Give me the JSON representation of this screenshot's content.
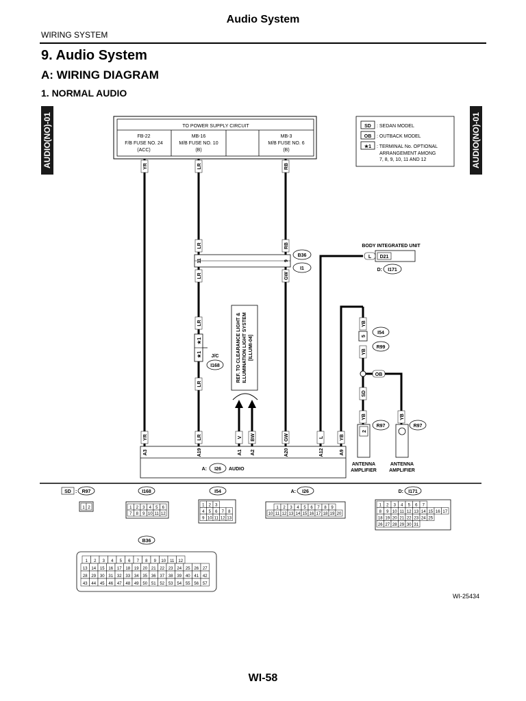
{
  "header": {
    "title": "Audio System",
    "subtitle": "WIRING SYSTEM"
  },
  "section": {
    "title": "9.  Audio System",
    "sub_a": "A:  WIRING DIAGRAM",
    "sub_1": "1.  NORMAL AUDIO"
  },
  "side_tab": "AUDIO(NO)-01",
  "power_box": {
    "title": "TO POWER SUPPLY CIRCUIT",
    "cols": [
      {
        "l1": "FB-22",
        "l2": "F/B FUSE NO. 24",
        "l3": "(ACC)"
      },
      {
        "l1": "MB-16",
        "l2": "M/B FUSE NO. 10",
        "l3": "(B)"
      },
      {
        "l1": "MB-3",
        "l2": "M/B FUSE NO. 6",
        "l3": "(B)"
      }
    ]
  },
  "legend": {
    "sd_tag": "SD",
    "sd_text": ": SEDAN MODEL",
    "ob_tag": "OB",
    "ob_text": ": OUTBACK MODEL",
    "star_tag": "★1",
    "star_line1": ": TERMINAL No. OPTIONAL",
    "star_line2": "ARRANGEMENT AMONG",
    "star_line3": "7, 8, 9, 10, 11 AND 12"
  },
  "wires": {
    "yr": "YR",
    "lr": "LR",
    "rb": "RB",
    "gw": "GW",
    "l": "L",
    "yb": "YB",
    "bw": "BW",
    "v": "V",
    "sd": "SD",
    "ob": "OB",
    "star1": "★1",
    "num11": "11",
    "num9": "9",
    "num5": "5",
    "num2": "2"
  },
  "connectors": {
    "b36": "B36",
    "i1": "I1",
    "d21": "D21",
    "l_pin": "L",
    "d_prefix": "D:",
    "i171": "I171",
    "i54": "I54",
    "r99": "R99",
    "r97": "R97",
    "jc": "J/C",
    "i168": "I168",
    "a_prefix": "A:",
    "i26": "I26"
  },
  "units": {
    "body_integrated": "BODY INTEGRATED UNIT",
    "audio": "AUDIO",
    "antenna_amp_l1": "ANTENNA",
    "antenna_amp_l2": "AMPLIFIER"
  },
  "ref_note": {
    "l1": "REF. TO CLEARANCE LIGHT &",
    "l2": "ILLUMINATION LIGHT SYSTEM",
    "l3": "[ILLUMI-04]"
  },
  "audio_pins": [
    "A3",
    "A19",
    "A1",
    "A2",
    "A20",
    "A12",
    "A9"
  ],
  "connector_views": {
    "sd_r97": {
      "tag": "SD",
      "name": "R97",
      "pins": [
        "1",
        "2"
      ]
    },
    "i168": {
      "name": "I168",
      "rows": [
        [
          "1",
          "2",
          "3",
          "4",
          "5",
          "6"
        ],
        [
          "7",
          "8",
          "9",
          "10",
          "11",
          "12"
        ]
      ]
    },
    "i54": {
      "name": "I54",
      "rows": [
        [
          "1",
          "2",
          "3"
        ],
        [
          "4",
          "5",
          "6",
          "7",
          "8"
        ],
        [
          "9",
          "10",
          "11",
          "12",
          "13"
        ]
      ]
    },
    "a_i26": {
      "prefix": "A:",
      "name": "I26",
      "rows": [
        [
          "1",
          "2",
          "3",
          "4",
          "5",
          "6",
          "7",
          "8",
          "9"
        ],
        [
          "10",
          "11",
          "12",
          "13",
          "14",
          "15",
          "16",
          "17",
          "18",
          "19",
          "20"
        ]
      ]
    },
    "d_i171": {
      "prefix": "D:",
      "name": "I171",
      "rows": [
        [
          "1",
          "2",
          "3",
          "4",
          "5",
          "6",
          "7"
        ],
        [
          "8",
          "9",
          "10",
          "11",
          "12",
          "13",
          "14",
          "15",
          "16",
          "17"
        ],
        [
          "18",
          "19",
          "20",
          "21",
          "22",
          "23",
          "24",
          "25"
        ],
        [
          "26",
          "27",
          "28",
          "29",
          "30",
          "31"
        ]
      ]
    },
    "b36": {
      "name": "B36",
      "rows": [
        [
          "1",
          "2",
          "3",
          "4",
          "5",
          "6",
          "7",
          "8",
          "9",
          "10",
          "11",
          "12"
        ],
        [
          "13",
          "14",
          "15",
          "16",
          "17",
          "18",
          "19",
          "20",
          "21",
          "22",
          "23",
          "24",
          "25",
          "26",
          "27"
        ],
        [
          "28",
          "29",
          "30",
          "31",
          "32",
          "33",
          "34",
          "35",
          "36",
          "37",
          "38",
          "39",
          "40",
          "41",
          "42"
        ],
        [
          "43",
          "44",
          "45",
          "46",
          "47",
          "48",
          "49",
          "50",
          "51",
          "52",
          "53",
          "54",
          "55",
          "56",
          "57"
        ]
      ]
    }
  },
  "figure_code": "WI-25434",
  "page_number": "WI-58"
}
